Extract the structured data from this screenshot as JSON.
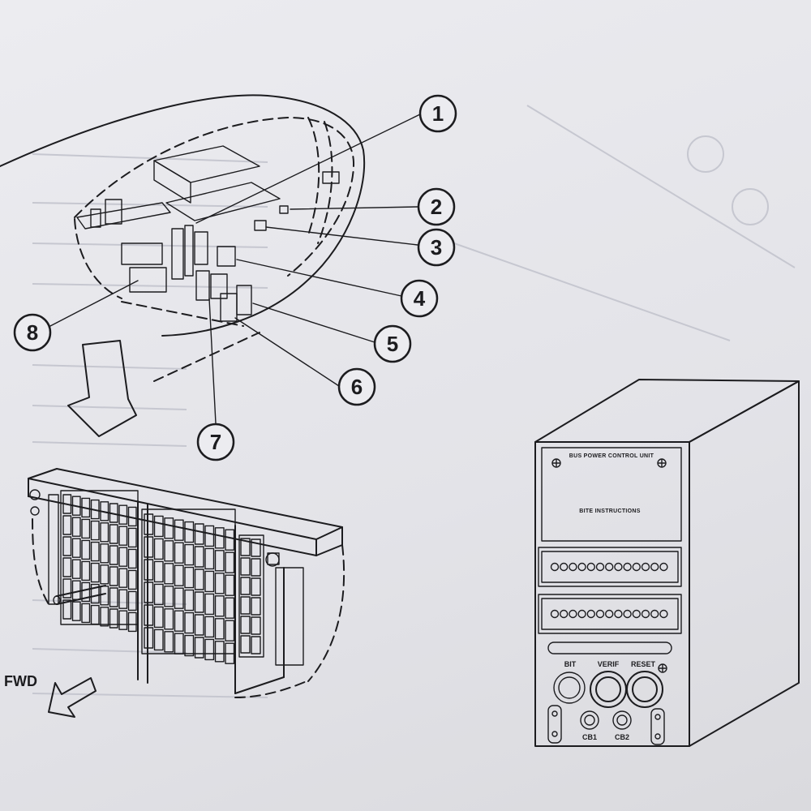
{
  "callouts": [
    "1",
    "2",
    "3",
    "4",
    "5",
    "6",
    "7",
    "8"
  ],
  "direction_label": "FWD",
  "unit": {
    "title": "BUS POWER CONTROL UNIT",
    "instructions": "BITE INSTRUCTIONS",
    "buttons": [
      "BIT",
      "VERIF",
      "RESET"
    ],
    "breakers": [
      "CB1",
      "CB2"
    ]
  }
}
